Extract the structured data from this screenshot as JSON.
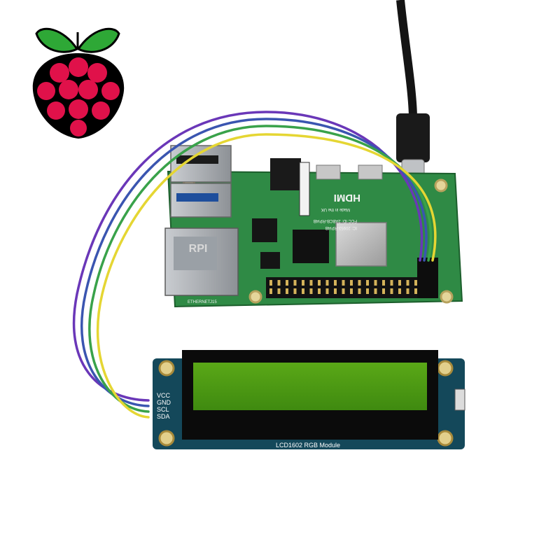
{
  "logo": {
    "name": "raspberry-pi-logo",
    "colors": {
      "leaf": "#2ea836",
      "berry": "#e0114a"
    }
  },
  "lcd_module": {
    "title": "LCD1602 RGB Module",
    "pins": [
      "VCC",
      "GND",
      "SCL",
      "SDA"
    ],
    "screen_color": "#4f9e14",
    "pcb_color": "#14485a"
  },
  "pi_board": {
    "pcb_color": "#2f8a45",
    "silkscreen": {
      "hdmi_logo": "HDMI",
      "made_in_uk": "Made in the UK",
      "fcc_line": "FCC ID: 2ABCB-RPI4B",
      "ic_line": "IC: 20953-RPI4B",
      "ethernet": "ETHERNET",
      "j15": "J15",
      "rpi_chip": "RPI"
    }
  },
  "wire_colors": {
    "vcc": "#6a37b8",
    "gnd": "#3a55b0",
    "scl": "#39a24a",
    "sda": "#e5d633"
  }
}
